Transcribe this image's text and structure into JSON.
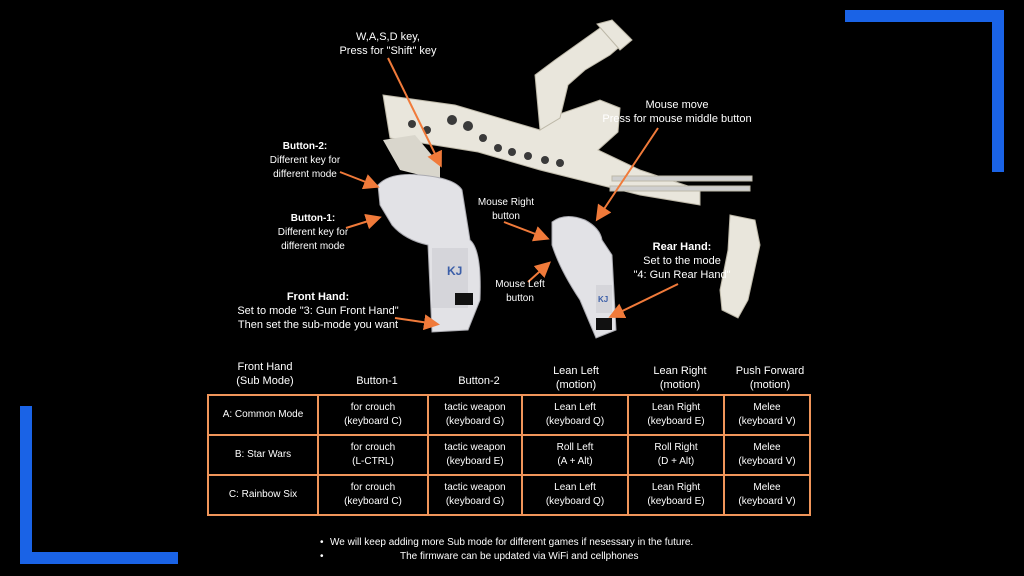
{
  "colors": {
    "accent_blue": "#1a63e6",
    "arrow_orange": "#f07a3a",
    "table_border": "#f0955a",
    "gun_body": "#e9e6dc"
  },
  "labels": {
    "wasd": {
      "line1": "W,A,S,D key,",
      "line2": "Press for \"Shift\" key"
    },
    "button2": {
      "title": "Button-2:",
      "line1": "Different key for",
      "line2": "different mode"
    },
    "button1": {
      "title": "Button-1:",
      "line1": "Different key for",
      "line2": "different mode"
    },
    "front_hand": {
      "title": "Front Hand:",
      "line1": "Set to mode \"3: Gun Front Hand\"",
      "line2": "Then set the sub-mode you want"
    },
    "mouse_move": {
      "line1": "Mouse move",
      "line2": "Press for mouse middle button"
    },
    "mouse_right": {
      "line1": "Mouse Right",
      "line2": "button"
    },
    "mouse_left": {
      "line1": "Mouse Left",
      "line2": "button"
    },
    "rear_hand": {
      "title": "Rear Hand:",
      "line1": "Set to the mode",
      "line2": "\"4: Gun Rear Hand\""
    }
  },
  "table": {
    "headers": [
      {
        "line1": "Front Hand",
        "line2": "(Sub Mode)"
      },
      {
        "line1": "Button-1",
        "line2": ""
      },
      {
        "line1": "Button-2",
        "line2": ""
      },
      {
        "line1": "Lean Left",
        "line2": "(motion)"
      },
      {
        "line1": "Lean Right",
        "line2": "(motion)"
      },
      {
        "line1": "Push Forward",
        "line2": "(motion)"
      }
    ],
    "rows": [
      [
        {
          "l1": "A: Common Mode",
          "l2": ""
        },
        {
          "l1": "for crouch",
          "l2": "(keyboard C)"
        },
        {
          "l1": "tactic weapon",
          "l2": "(keyboard G)"
        },
        {
          "l1": "Lean Left",
          "l2": "(keyboard Q)"
        },
        {
          "l1": "Lean Right",
          "l2": "(keyboard E)"
        },
        {
          "l1": "Melee",
          "l2": "(keyboard V)"
        }
      ],
      [
        {
          "l1": "B:  Star Wars",
          "l2": ""
        },
        {
          "l1": "for crouch",
          "l2": "(L-CTRL)"
        },
        {
          "l1": "tactic weapon",
          "l2": "(keyboard E)"
        },
        {
          "l1": "Roll Left",
          "l2": "(A + Alt)"
        },
        {
          "l1": "Roll Right",
          "l2": "(D + Alt)"
        },
        {
          "l1": "Melee",
          "l2": "(keyboard V)"
        }
      ],
      [
        {
          "l1": "C: Rainbow Six",
          "l2": ""
        },
        {
          "l1": "for crouch",
          "l2": "(keyboard C)"
        },
        {
          "l1": "tactic weapon",
          "l2": "(keyboard G)"
        },
        {
          "l1": "Lean Left",
          "l2": "(keyboard Q)"
        },
        {
          "l1": "Lean Right",
          "l2": "(keyboard E)"
        },
        {
          "l1": "Melee",
          "l2": "(keyboard V)"
        }
      ]
    ]
  },
  "notes": [
    "We will keep adding more Sub mode for different games if nesessary in the future.",
    "The firmware can be updated via WiFi and cellphones"
  ],
  "logo_text": "KJ"
}
